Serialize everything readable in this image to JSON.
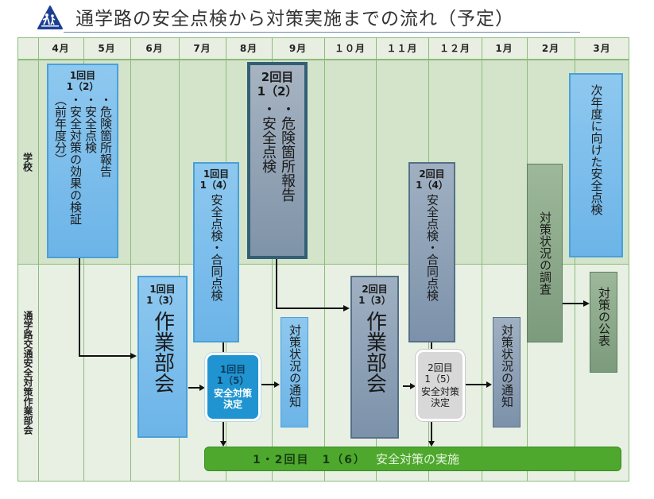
{
  "title": "通学路の安全点検から対策実施までの流れ（予定）",
  "logo_icon": "school-crossing-sign-icon",
  "months": [
    "4月",
    "5月",
    "6月",
    "7月",
    "8月",
    "9月",
    "１０月",
    "１１月",
    "１２月",
    "1月",
    "2月",
    "3月"
  ],
  "rows": {
    "school": "学校",
    "committee": "通学路交通安全対策作業部会"
  },
  "boxes": {
    "r1_school_check": {
      "head": "1回目\n1（2）",
      "lines": [
        "・危険箇所報告",
        "・安全点検",
        "・安全対策の効果の検証",
        "（前年度分）"
      ]
    },
    "r2_school_check": {
      "head": "2回目\n1（2）",
      "lines": [
        "・危険箇所報告",
        "・安全点検"
      ]
    },
    "r1_joint_check": {
      "head": "1回目\n1（4）",
      "text": "安全点検・合同点検"
    },
    "r2_joint_check": {
      "head": "2回目\n1（4）",
      "text": "安全点検・合同点検"
    },
    "status_survey": {
      "text": "対策状況の調査"
    },
    "next_year_check": {
      "text": "次年度に向けた安全点検"
    },
    "r1_working_group": {
      "head": "1回目\n1（3）",
      "text": "作業部会"
    },
    "r1_decision": {
      "head": "1回目\n1（5）",
      "text": "安全対策\n決定"
    },
    "r1_notice": {
      "text": "対策状況の通知"
    },
    "r2_working_group": {
      "head": "2回目\n1（3）",
      "text": "作業部会"
    },
    "r2_decision": {
      "head": "2回目\n1（5）",
      "text": "安全対策\n決定"
    },
    "r2_notice": {
      "text": "対策状況の通知"
    },
    "publish": {
      "text": "対策の公表"
    }
  },
  "implementation_bar": {
    "prefix": "1・2回目　1（6）",
    "text": "安全対策の実施"
  },
  "colors": {
    "grid": "#8cbc7a",
    "school_row": "#d3e4cb",
    "committee_row": "#e8f0e4",
    "light_blue": "#7cbdeb",
    "slate": "#8a9db2",
    "green_gray": "#8aa98a",
    "decision_blue": "#1f94d0",
    "decision_gray": "#d8d8d8",
    "implementation_green": "#4ea82e"
  }
}
